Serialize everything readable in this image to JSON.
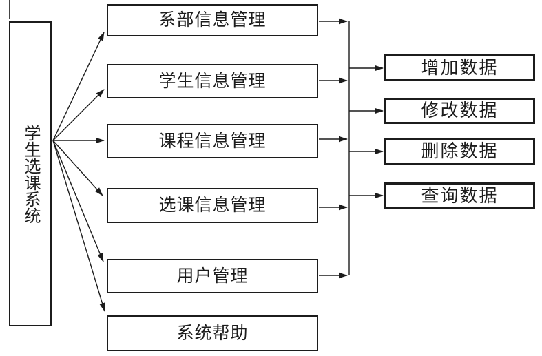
{
  "diagram": {
    "root": {
      "label": "学生选课系统"
    },
    "modules": [
      {
        "label": "系部信息管理"
      },
      {
        "label": "学生信息管理"
      },
      {
        "label": "课程信息管理"
      },
      {
        "label": "选课信息管理"
      },
      {
        "label": "用户管理"
      },
      {
        "label": "系统帮助"
      }
    ],
    "operations": [
      {
        "label": "增加数据"
      },
      {
        "label": "修改数据"
      },
      {
        "label": "删除数据"
      },
      {
        "label": "查询数据"
      }
    ],
    "connections": {
      "root_to_modules": [
        "系部信息管理",
        "学生信息管理",
        "课程信息管理",
        "选课信息管理",
        "用户管理",
        "系统帮助"
      ],
      "modules_to_operations": [
        "系部信息管理",
        "学生信息管理",
        "课程信息管理",
        "选课信息管理",
        "用户管理"
      ]
    },
    "colors": {
      "background": "#ffffff",
      "line": "#1c1c1c",
      "box_border": "#1c1c1c",
      "box_background": "#ffffff",
      "text": "#1c1c1c"
    }
  }
}
